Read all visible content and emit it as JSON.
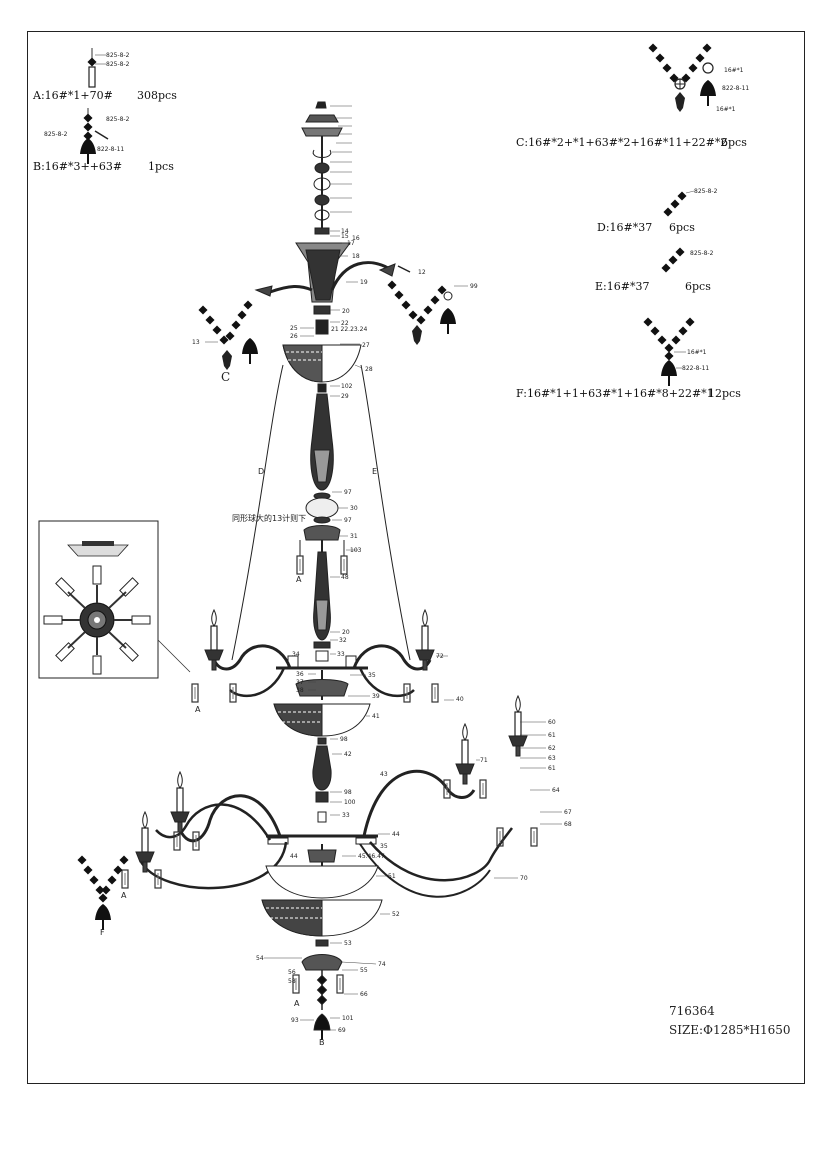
{
  "parts": {
    "A": {
      "spec": "A:16#*1+70#",
      "qty": "308pcs",
      "tags": [
        "825-8-2",
        "825-8-2"
      ]
    },
    "B": {
      "spec": "B:16#*3++63#",
      "qty": "1pcs",
      "tags": [
        "825-8-2",
        "825-8-2",
        "822-8-11"
      ]
    },
    "C": {
      "spec": "C:16#*2+*1+63#*2+16#*11+22#*2",
      "qty": "6pcs",
      "tags": [
        "16#*1",
        "822-8-11",
        "16#*1"
      ]
    },
    "D": {
      "spec": "D:16#*37",
      "qty": "6pcs",
      "tags": [
        "825-8-2"
      ]
    },
    "E": {
      "spec": "E:16#*37",
      "qty": "6pcs",
      "tags": [
        "825-8-2"
      ]
    },
    "F": {
      "spec": "F:16#*1+1+63#*1+16#*8+22#*1",
      "qty": "12pcs",
      "tags": [
        "16#*1",
        "822-8-11"
      ]
    }
  },
  "model": "716364",
  "size": "SIZE:Φ1285*H1650",
  "note_cn": "同形球大的13计则下",
  "letters": {
    "c": "C",
    "d": "D",
    "e": "E",
    "a1": "A",
    "a2": "A",
    "a3": "A",
    "f": "F",
    "a4": "A",
    "b": "B"
  },
  "callouts": {
    "c12": "12",
    "c13": "13",
    "c14": "14",
    "c15": "15",
    "c16": "16",
    "c17": "17",
    "c18": "18",
    "c19": "19",
    "c20": "20",
    "c22": "22",
    "c25": "25",
    "c2124": "21 22.23.24",
    "c26": "26",
    "c27": "27",
    "c28": "28",
    "c102": "102",
    "c29": "29",
    "c97a": "97",
    "c30": "30",
    "c97b": "97",
    "c31": "31",
    "c103": "103",
    "c48": "48",
    "c99": "99",
    "c20b": "20",
    "c32": "32",
    "c33a": "33",
    "c34": "34",
    "c72": "72",
    "c36": "36",
    "c37": "37",
    "c38": "38",
    "c39": "39",
    "c35a": "35",
    "c40": "40",
    "c41": "41",
    "c98a": "98",
    "c42": "42",
    "c43": "43",
    "c98b": "98",
    "c100": "100",
    "c33b": "33",
    "c44": "44",
    "c35b": "35",
    "c44b": "44",
    "c4547": "45.46.47",
    "c51": "51",
    "c52": "52",
    "c53": "53",
    "c54": "54",
    "c74": "74",
    "c55": "55",
    "c56": "56",
    "c58": "58",
    "c66": "66",
    "c93": "93",
    "c101": "101",
    "c69": "69",
    "c60": "60",
    "c61": "61",
    "c62": "62",
    "c63": "63",
    "c61b": "61",
    "c71": "71",
    "c64": "64",
    "c67": "67",
    "c68": "68",
    "c70": "70"
  }
}
